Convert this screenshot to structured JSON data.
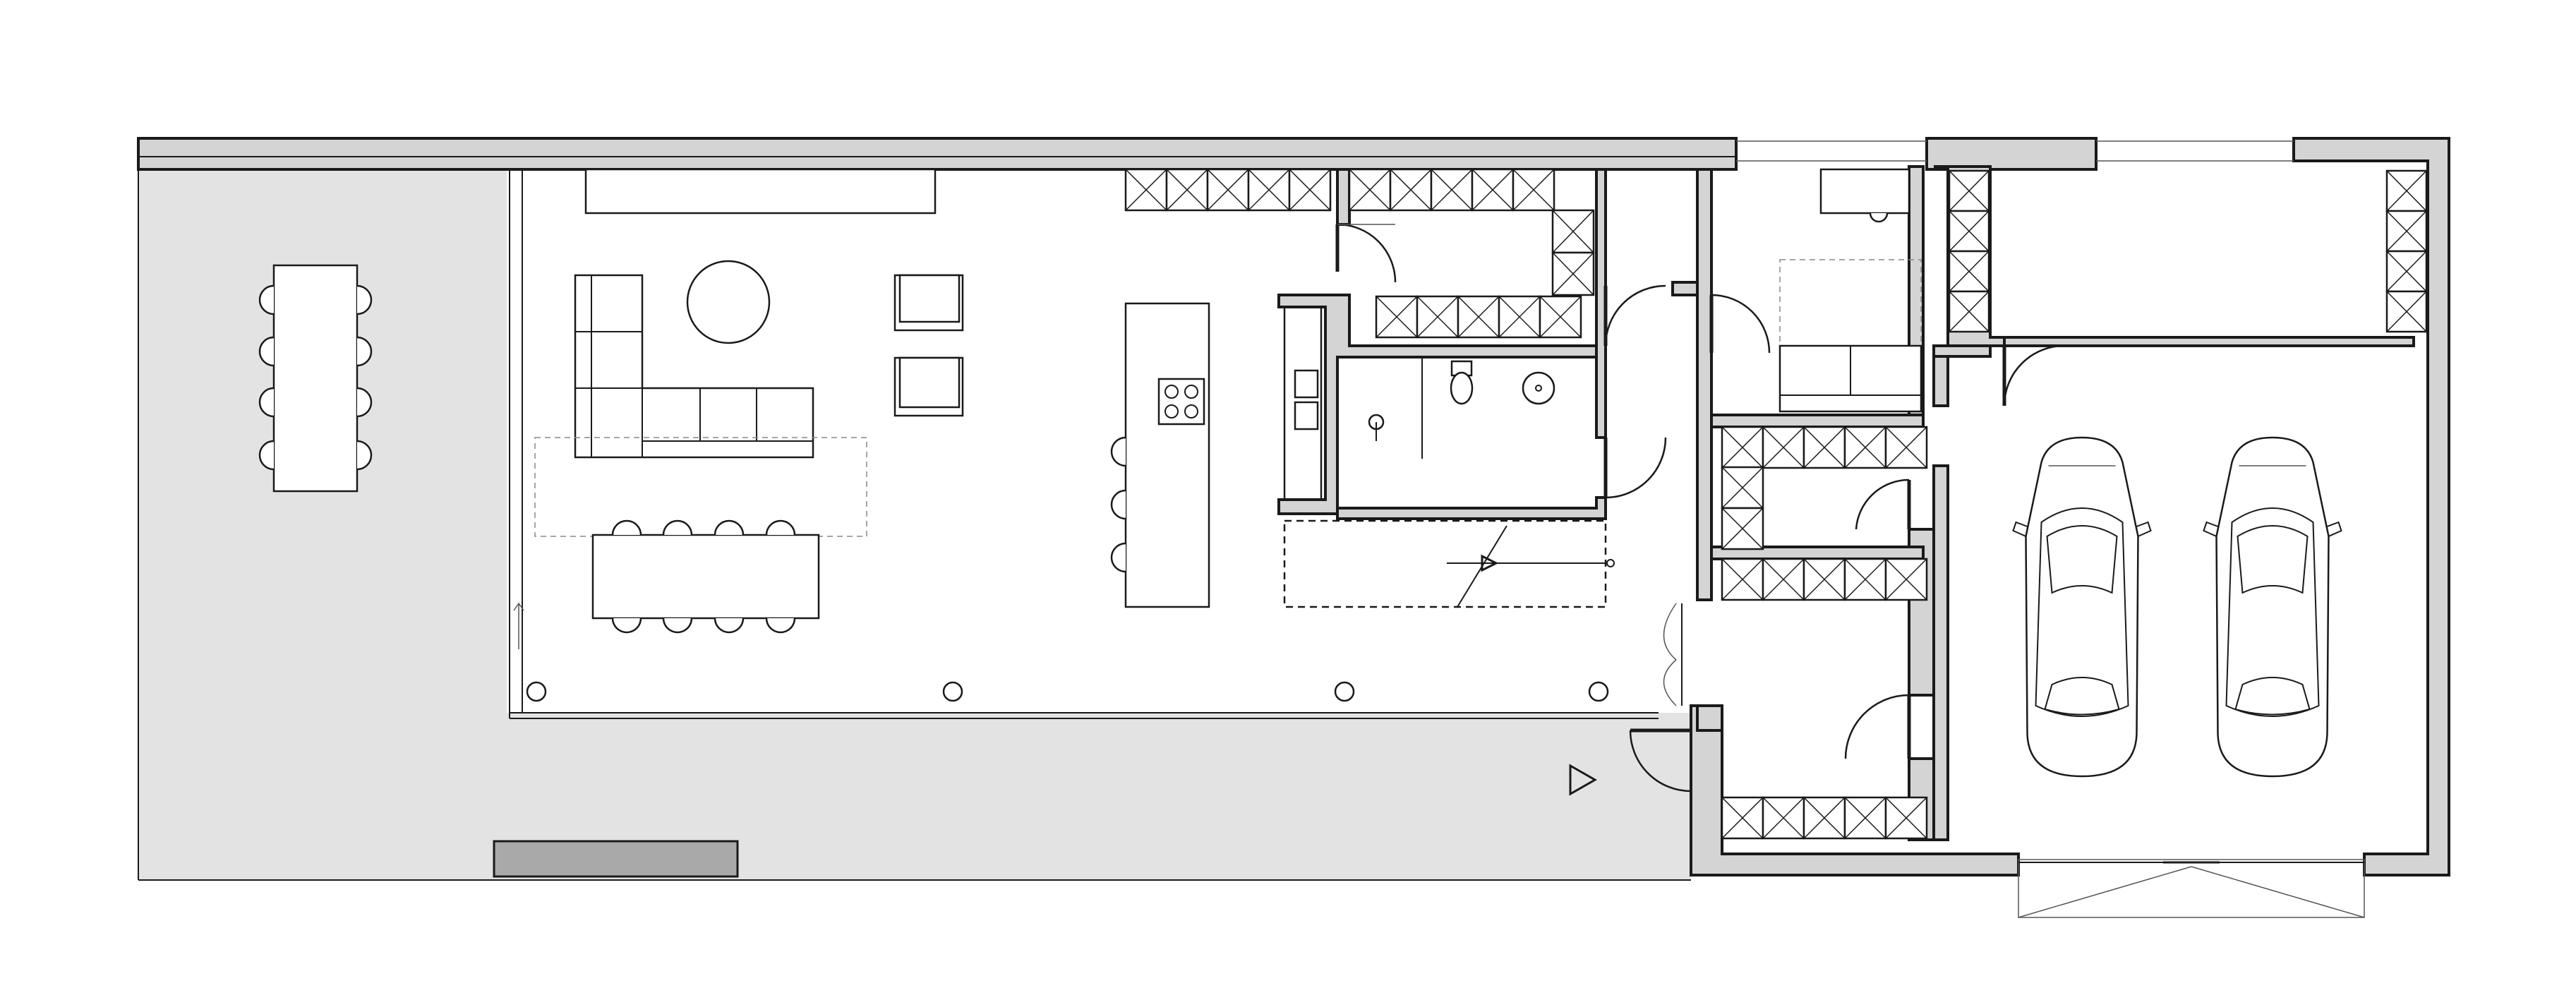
{
  "plan": {
    "colors": {
      "ink": "#1a1a1a",
      "wall_fill": "#d4d4d4",
      "terrace_fill": "#e3e3e3",
      "bench_fill": "#a9a9a9",
      "background": "#ffffff"
    },
    "rooms": [
      "terrace",
      "living-room",
      "kitchen",
      "bathroom",
      "hallway",
      "bedroom",
      "utility-room",
      "entrance",
      "garage"
    ],
    "fixtures": {
      "terrace_dining_chairs": 8,
      "living_dining_chairs": 8,
      "island_stools": 3,
      "cooktop_burners": 4,
      "garage_cars": 2
    },
    "icons": [
      "entrance-arrow-icon",
      "stair-direction-arrow-icon"
    ]
  }
}
